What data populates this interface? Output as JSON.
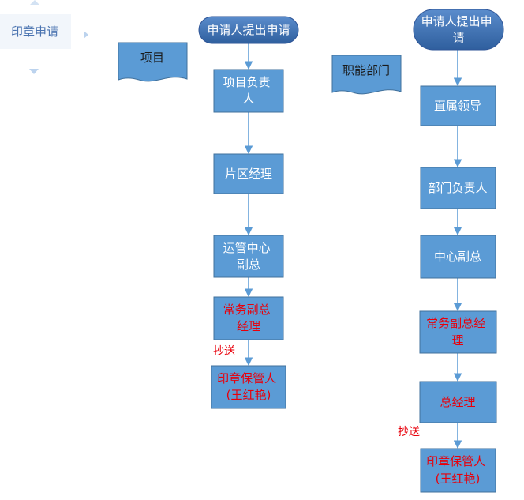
{
  "sidebar": {
    "label": "印章申请"
  },
  "project_flow": {
    "tag": "项目",
    "start": [
      "申请人提出申请"
    ],
    "steps": [
      {
        "lines": [
          "项目负责",
          "人"
        ],
        "red": false
      },
      {
        "lines": [
          "片区经理"
        ],
        "red": false
      },
      {
        "lines": [
          "运管中心",
          "副总"
        ],
        "red": false
      },
      {
        "lines": [
          "常务副总",
          "经理"
        ],
        "red": true
      },
      {
        "lines": [
          "印章保管人",
          "(王红艳)"
        ],
        "red": true
      }
    ],
    "cc_label": "抄送"
  },
  "dept_flow": {
    "tag": "职能部门",
    "start": [
      "申请人提出申",
      "请"
    ],
    "steps": [
      {
        "lines": [
          "直属领导"
        ],
        "red": false
      },
      {
        "lines": [
          "部门负责人"
        ],
        "red": false
      },
      {
        "lines": [
          "中心副总"
        ],
        "red": false
      },
      {
        "lines": [
          "常务副总经",
          "理"
        ],
        "red": true
      },
      {
        "lines": [
          "总经理"
        ],
        "red": true
      },
      {
        "lines": [
          "印章保管人",
          "(王红艳)"
        ],
        "red": true
      }
    ],
    "cc_label": "抄送"
  },
  "colors": {
    "box_fill": "#5b9bd5",
    "box_stroke": "#41719c",
    "terminal_fill": "#3e70ae",
    "connector": "#5b9bd5",
    "tag_fill": "#5b9bd5",
    "red_text": "#e8000b",
    "sidebar_text": "#4a73b0"
  }
}
